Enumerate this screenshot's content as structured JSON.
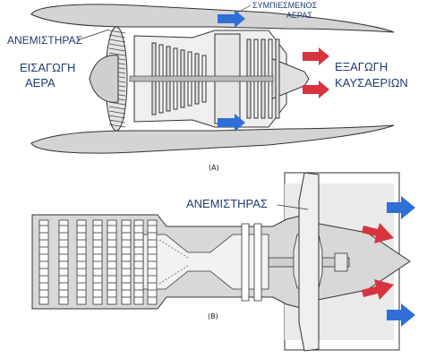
{
  "diagram_a": {
    "label_fan": "ΑΝΕΜΙΣΤΗΡΑΣ",
    "label_inlet_line1": "ΕΙΣΑΓΩΓΗ",
    "label_inlet_line2": "ΑΕΡΑ",
    "label_compressed_line1": "ΣΥΜΠΙΕΣΜΕΝΟΣ",
    "label_compressed_line2": "ΑΕΡΑΣ",
    "label_exhaust_line1": "ΕΞΑΓΩΓΗ",
    "label_exhaust_line2": "ΚΑΥΣΑΕΡΙΩΝ",
    "caption": "(A)"
  },
  "diagram_b": {
    "label_fan": "ΑΝΕΜΙΣΤΗΡΑΣ",
    "caption": "(B)"
  },
  "colors": {
    "label_text": "#1f3a6e",
    "cold_air_arrow": "#2f6fd6",
    "hot_gas_arrow": "#d8343f",
    "nacelle_fill": "#d4d4d4",
    "outline": "#333333"
  }
}
